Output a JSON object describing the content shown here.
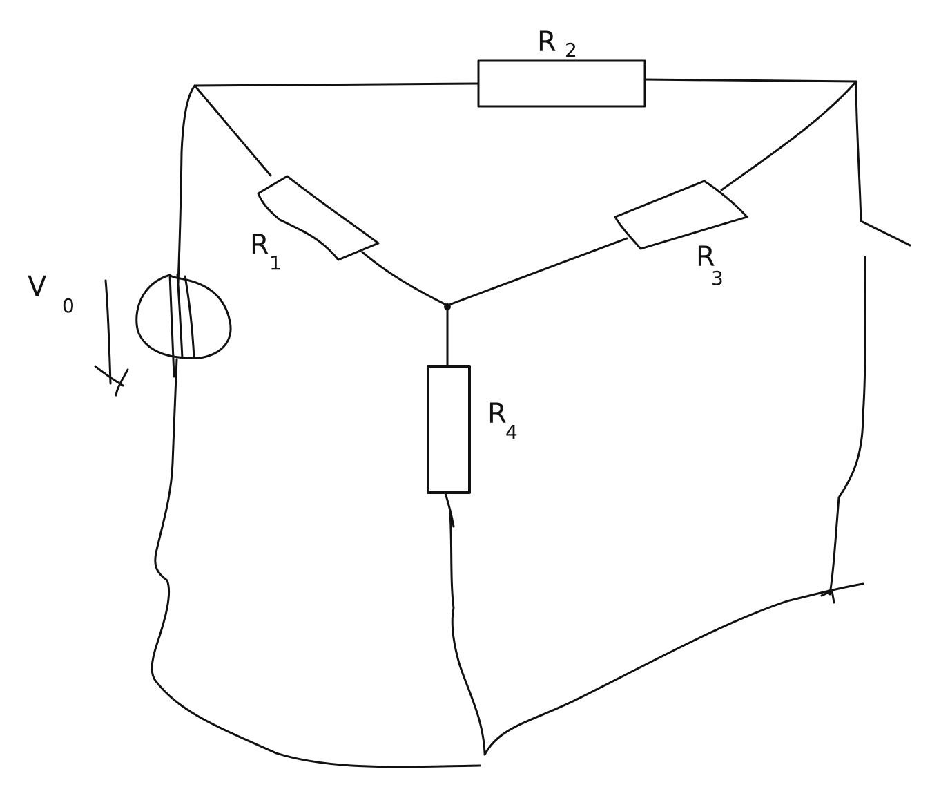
{
  "diagram": {
    "background": "#ffffff",
    "ink": "#111111",
    "components": [
      {
        "id": "R1",
        "symbol": "R",
        "subscript": "1",
        "kind": "resistor"
      },
      {
        "id": "R2",
        "symbol": "R",
        "subscript": "2",
        "kind": "resistor"
      },
      {
        "id": "R3",
        "symbol": "R",
        "subscript": "3",
        "kind": "resistor"
      },
      {
        "id": "R4",
        "symbol": "R",
        "subscript": "4",
        "kind": "resistor"
      }
    ],
    "source": {
      "symbol": "V",
      "subscript": "0",
      "kind": "voltage-source",
      "arrow_direction": "down"
    }
  }
}
